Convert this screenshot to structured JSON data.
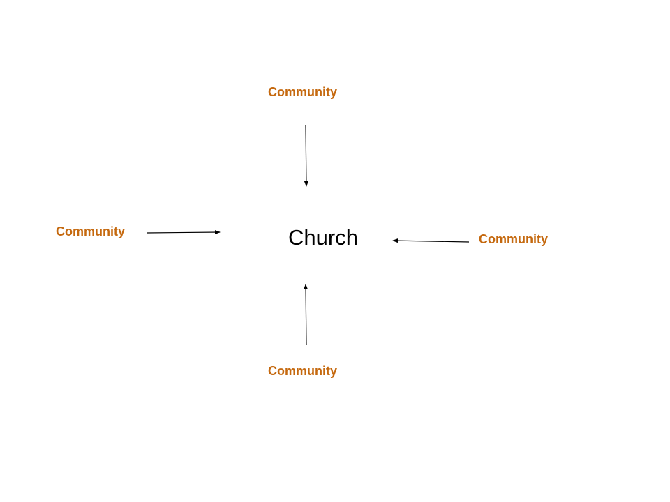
{
  "colors": {
    "community_text": "#c5690f",
    "center_text": "#000000",
    "arrow": "#000000",
    "background": "#ffffff"
  },
  "center": {
    "label": "Church"
  },
  "nodes": {
    "top": {
      "label": "Community"
    },
    "left": {
      "label": "Community"
    },
    "right": {
      "label": "Community"
    },
    "bottom": {
      "label": "Community"
    }
  },
  "arrows": [
    {
      "from": "top",
      "to": "center"
    },
    {
      "from": "left",
      "to": "center"
    },
    {
      "from": "right",
      "to": "center"
    },
    {
      "from": "bottom",
      "to": "center"
    }
  ]
}
